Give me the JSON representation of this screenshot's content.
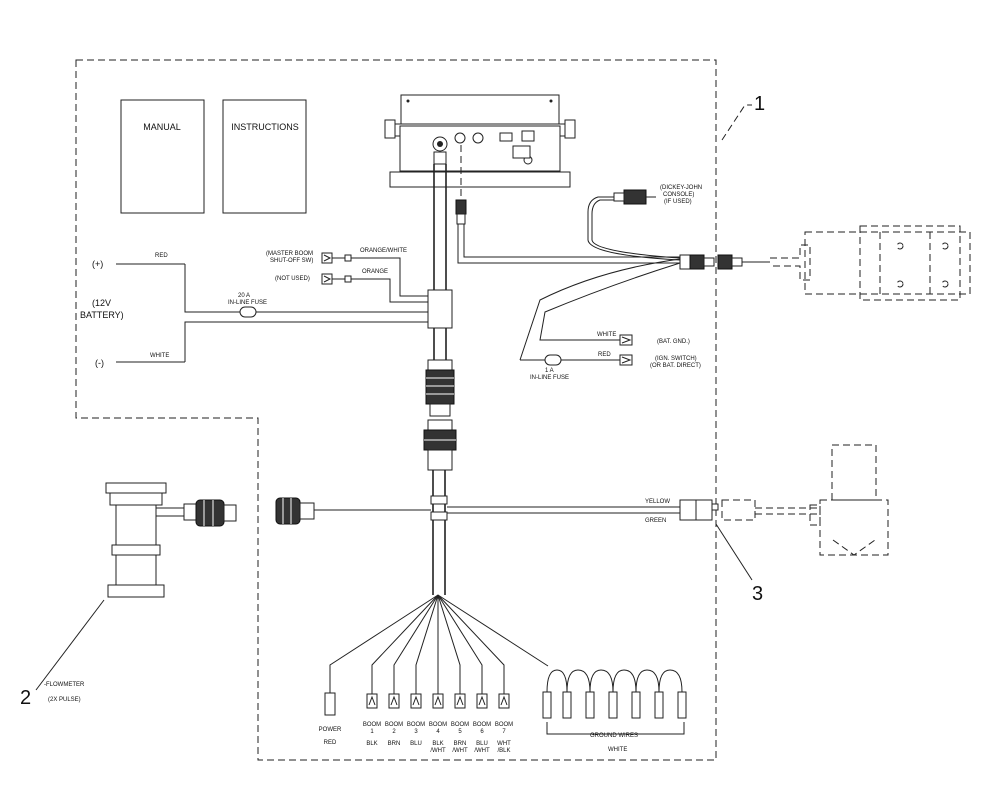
{
  "items": {
    "item1": "1",
    "item2": "2",
    "item3": "3"
  },
  "manual": "MANUAL",
  "instructions": "INSTRUCTIONS",
  "battery": {
    "plus": "(+)",
    "minus": "(-)",
    "label": [
      "(12V",
      "BATTERY)"
    ],
    "red": "RED",
    "white": "WHITE",
    "fuse": [
      "20 A",
      "IN-LINE FUSE"
    ]
  },
  "switches": {
    "master": [
      "(MASTER BOOM",
      "SHUT-OFF SW)"
    ],
    "master_wire": "ORANGE/WHITE",
    "not_used": "(NOT USED)",
    "not_used_wire": "ORANGE"
  },
  "console": [
    "(DICKEY-JOHN",
    "CONSOLE)",
    "(IF USED)"
  ],
  "power": {
    "white": "WHITE",
    "bat_gnd": "(BAT. GND.)",
    "red": "RED",
    "ign": [
      "(IGN. SWITCH)",
      "(OR BAT. DIRECT)"
    ],
    "fuse": [
      "1 A",
      "IN-LINE FUSE"
    ]
  },
  "speed": {
    "yellow": "YELLOW",
    "green": "GREEN"
  },
  "flowmeter": [
    "-FLOWMETER",
    "(2X PULSE)"
  ],
  "power_lead": {
    "name": "POWER",
    "color": "RED"
  },
  "booms": [
    {
      "name": [
        "BOOM",
        "1"
      ],
      "color": [
        "BLK"
      ]
    },
    {
      "name": [
        "BOOM",
        "2"
      ],
      "color": [
        "BRN"
      ]
    },
    {
      "name": [
        "BOOM",
        "3"
      ],
      "color": [
        "BLU"
      ]
    },
    {
      "name": [
        "BOOM",
        "4"
      ],
      "color": [
        "BLK",
        "/WHT"
      ]
    },
    {
      "name": [
        "BOOM",
        "5"
      ],
      "color": [
        "BRN",
        "/WHT"
      ]
    },
    {
      "name": [
        "BOOM",
        "6"
      ],
      "color": [
        "BLU",
        "/WHT"
      ]
    },
    {
      "name": [
        "BOOM",
        "7"
      ],
      "color": [
        "WHT",
        "/BLK"
      ]
    }
  ],
  "ground": {
    "label": "GROUND WIRES",
    "color": "WHITE"
  }
}
